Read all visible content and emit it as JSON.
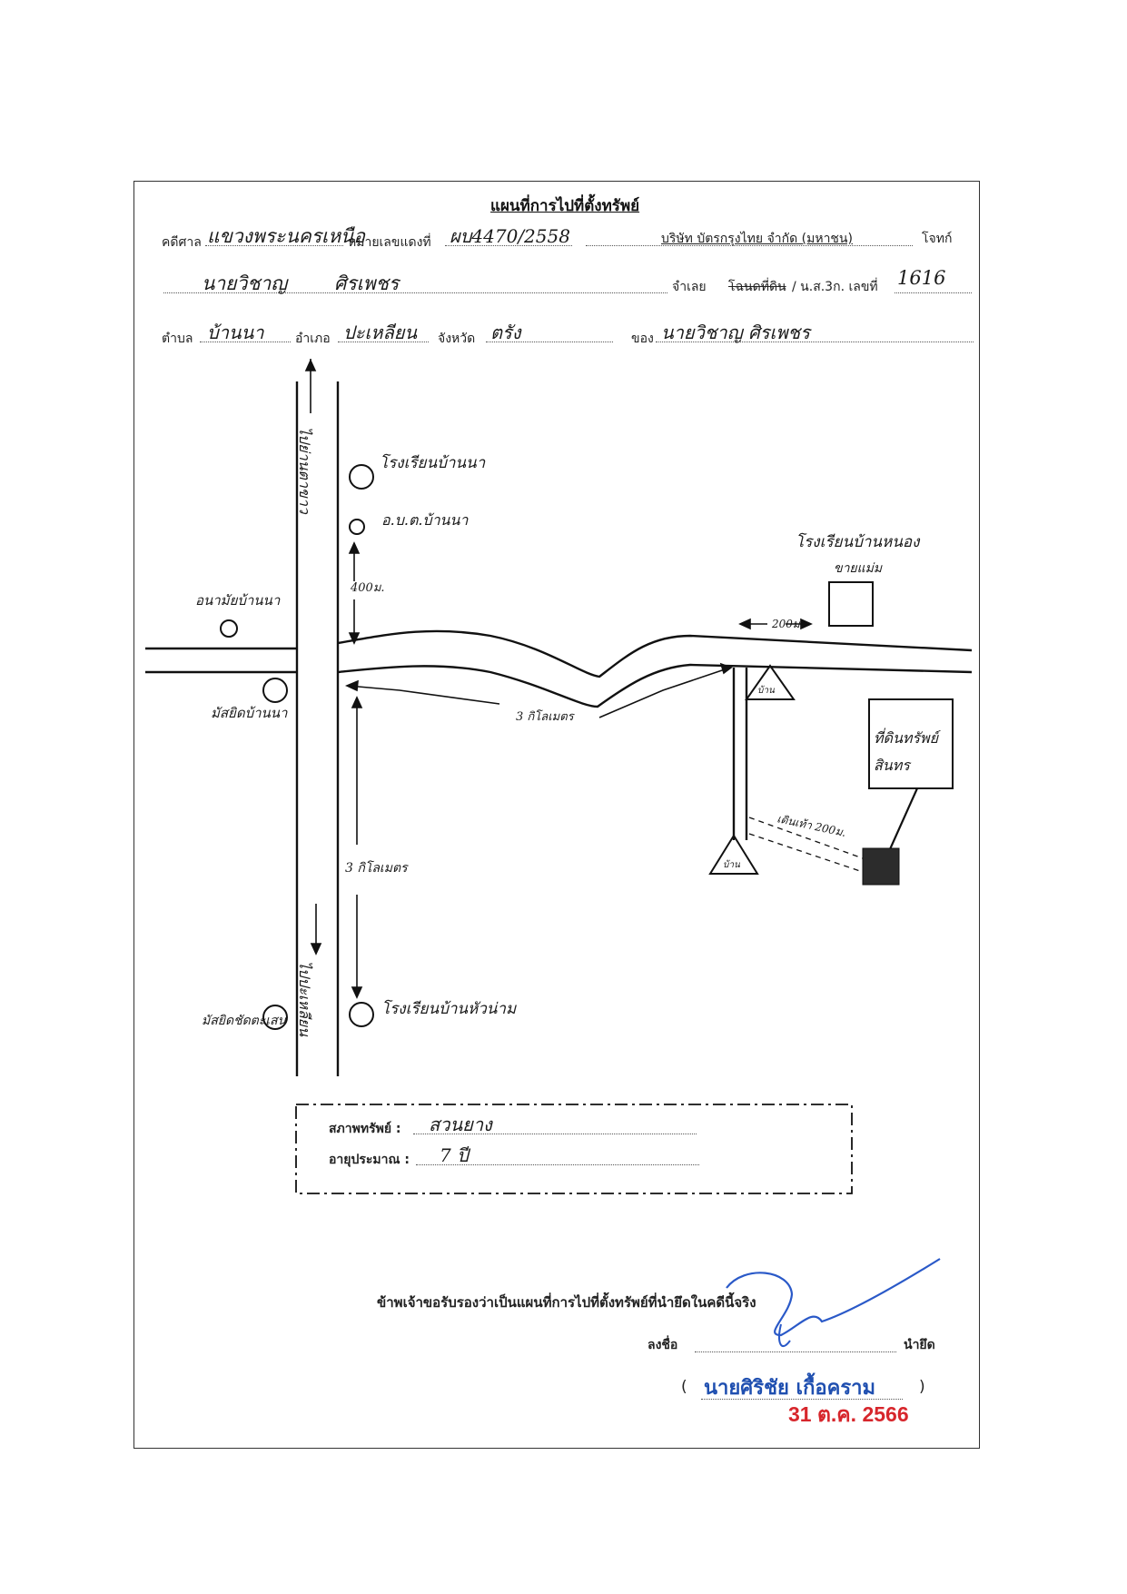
{
  "header": {
    "title": "แผนที่การไปที่ตั้งทรัพย์",
    "court_label": "คดีศาล",
    "court_value": "แขวงพระนครเหนือ",
    "red_case_label": "หมายเลขแดงที่",
    "red_case_value": "ผบ4470/2558",
    "plaintiff": "บริษัท บัตรกรุงไทย จำกัด (มหาชน)",
    "plaintiff_role": "โจทก์",
    "defendant": "นายวิชาญ",
    "defendant_surname": "ศิรเพชร",
    "defendant_role": "จำเลย",
    "deed_label_struck": "โฉนดที่ดิน",
    "deed_label": "/ น.ส.3ก. เลขที่",
    "deed_no": "1616",
    "subdistrict_label": "ตำบล",
    "subdistrict_value": "บ้านนา",
    "district_label": "อำเภอ",
    "district_value": "ปะเหลียน",
    "province_label": "จังหวัด",
    "province_value": "ตรัง",
    "owner_label": "ของ",
    "owner_value": "นายวิชาญ ศิรเพชร"
  },
  "map": {
    "road_top_label": "ไปย่านตาขาว",
    "road_bottom_label": "ไปปะเหลียน",
    "school_ban_na": "โรงเรียนบ้านนา",
    "obt_ban_na": "อ.บ.ต.บ้านนา",
    "dist_400": "400ม.",
    "health_center": "อนามัยบ้านนา",
    "mosque_ban_na": "มัสยิดบ้านนา",
    "dist_3km_curve": "3 กิโลเมตร",
    "dist_3km_vertical": "3 กิโลเมตร",
    "school_ban_nong": "โรงเรียนบ้านหนอง",
    "school_ban_nong_2": "ขายแม่ม",
    "dist_200": "200ม.",
    "mosque_bottom": "มัสยิดชัดตะเสน",
    "school_bottom": "โรงเรียนบ้านหัวน่าม",
    "sign_1": "บ้าน",
    "sign_2": "บ้าน",
    "walk_label": "เดินเท้า 200ม.",
    "property_label_1": "ที่ดินทรัพย์",
    "property_label_2": "สินทร"
  },
  "condition": {
    "state_label": "สภาพทรัพย์ :",
    "state_value": "สวนยาง",
    "age_label": "อายุประมาณ :",
    "age_value": "7 ปี"
  },
  "certification": {
    "statement": "ข้าพเจ้าขอรับรองว่าเป็นแผนที่การไปที่ตั้งทรัพย์ที่นำยึดในคดีนี้จริง",
    "sign_label": "ลงชื่อ",
    "sign_role": "นำยึด",
    "paren_open": "(",
    "signer_name": "นายศิริชัย เกื้อคราม",
    "paren_close": ")",
    "date": "31 ต.ค. 2566"
  }
}
